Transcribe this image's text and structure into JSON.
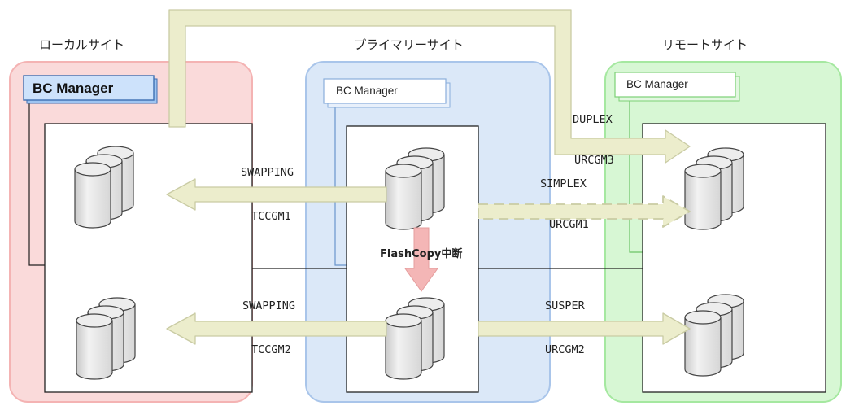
{
  "sites": {
    "local": {
      "label": "ローカルサイト",
      "manager": "BC Manager"
    },
    "primary": {
      "label": "プライマリーサイト",
      "manager": "BC Manager"
    },
    "remote": {
      "label": "リモートサイト",
      "manager": "BC Manager"
    }
  },
  "links": {
    "tc1": {
      "status": "SWAPPING",
      "group": "TCCGM1"
    },
    "tc2": {
      "status": "SWAPPING",
      "group": "TCCGM2"
    },
    "ur3": {
      "status": "DUPLEX",
      "group": "URCGM3"
    },
    "ur1": {
      "status": "SIMPLEX",
      "group": "URCGM1"
    },
    "ur2": {
      "status": "SUSPER",
      "group": "URCGM2"
    }
  },
  "flashcopy": {
    "label": "FlashCopy中断"
  },
  "colors": {
    "local_bg": "#fadada",
    "local_border": "#f4b3b3",
    "primary_bg": "#dbe8f8",
    "primary_border": "#a9c5ea",
    "remote_bg": "#d7f7d4",
    "remote_border": "#a5e8a0",
    "arrow_fill": "#ecedcc",
    "arrow_stroke": "#c9cba3",
    "flashcopy_arrow": "#f4b6b6"
  }
}
